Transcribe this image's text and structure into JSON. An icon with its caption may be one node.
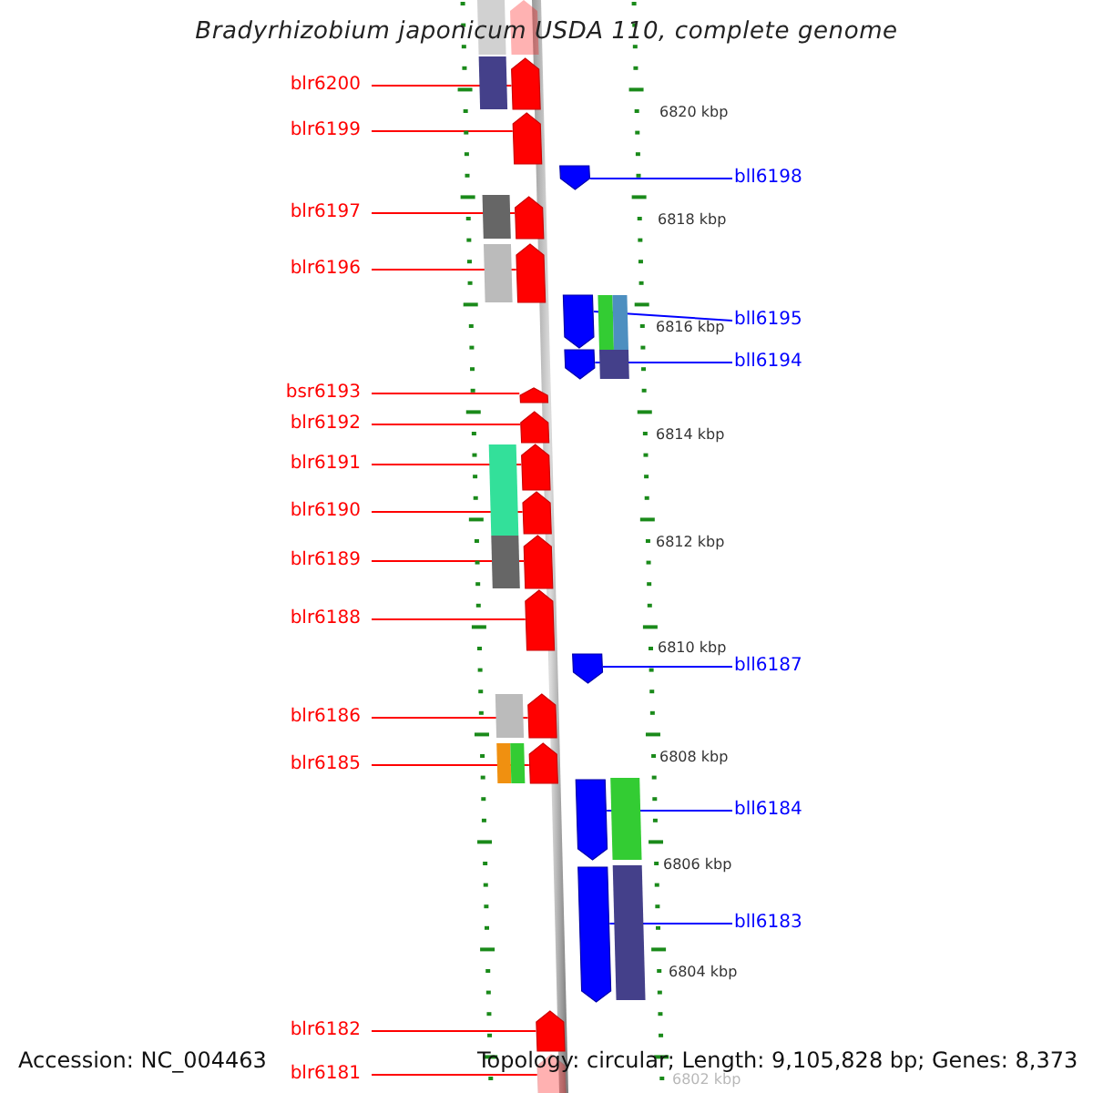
{
  "diagram": {
    "title": "Bradyrhizobium japonicum USDA 110, complete genome",
    "nodes": [
      {
        "text": [
          "blr6200"
        ]
      },
      {
        "text": [
          "blr6199"
        ]
      },
      {
        "text": [
          "blr6197"
        ]
      },
      {
        "text": [
          "blr6196"
        ]
      },
      {
        "text": [
          "bsr6193"
        ]
      },
      {
        "text": [
          "blr6192"
        ]
      },
      {
        "text": [
          "blr6191"
        ]
      },
      {
        "text": [
          "blr6190"
        ]
      },
      {
        "text": [
          "blr6189"
        ]
      },
      {
        "text": [
          "blr6188"
        ]
      },
      {
        "text": [
          "blr6186"
        ]
      },
      {
        "text": [
          "blr6185"
        ]
      },
      {
        "text": [
          "blr6182"
        ]
      },
      {
        "text": [
          "blr6181"
        ]
      },
      {
        "text": [
          "bll6198"
        ]
      },
      {
        "text": [
          "bll6195"
        ]
      },
      {
        "text": [
          "bll6194"
        ]
      },
      {
        "text": [
          "bll6187"
        ]
      },
      {
        "text": [
          "bll6184"
        ]
      },
      {
        "text": [
          "bll6183"
        ]
      },
      {
        "text": [],
        "shape": "arrow"
      },
      {
        "text": [],
        "shape": "arrow"
      },
      {
        "text": [],
        "shape": "arrow"
      },
      {
        "text": [],
        "shape": "arrow"
      },
      {
        "text": [],
        "shape": "arrow"
      },
      {
        "text": [],
        "shape": "arrow"
      },
      {
        "text": [],
        "shape": "arrow"
      },
      {
        "text": [],
        "shape": "arrow"
      },
      {
        "text": [],
        "shape": "arrow"
      },
      {
        "text": [],
        "shape": "arrow"
      },
      {
        "text": [],
        "shape": "arrow"
      },
      {
        "text": [],
        "shape": "arrow"
      },
      {
        "text": [],
        "shape": "arrow"
      },
      {
        "text": [],
        "shape": "arrow"
      },
      {
        "text": [],
        "shape": "arrow"
      },
      {
        "text": [],
        "shape": "arrow"
      },
      {
        "text": [],
        "shape": "arrow"
      },
      {
        "text": [],
        "shape": "arrow"
      },
      {
        "text": [],
        "shape": "arrow"
      },
      {
        "text": [],
        "shape": "arrow"
      }
    ],
    "edges": [
      {
        "from": 0,
        "to": 20,
        "arrow": "none"
      },
      {
        "from": 1,
        "to": 21,
        "arrow": "none"
      },
      {
        "from": 2,
        "to": 22,
        "arrow": "none"
      },
      {
        "from": 3,
        "to": 23,
        "arrow": "none"
      },
      {
        "from": 4,
        "to": 24,
        "arrow": "none"
      },
      {
        "from": 5,
        "to": 25,
        "arrow": "none"
      },
      {
        "from": 6,
        "to": 26,
        "arrow": "none"
      },
      {
        "from": 7,
        "to": 27,
        "arrow": "none"
      },
      {
        "from": 8,
        "to": 28,
        "arrow": "none"
      },
      {
        "from": 9,
        "to": 29,
        "arrow": "none"
      },
      {
        "from": 10,
        "to": 30,
        "arrow": "none"
      },
      {
        "from": 11,
        "to": 31,
        "arrow": "none"
      },
      {
        "from": 12,
        "to": 32,
        "arrow": "none"
      },
      {
        "from": 13,
        "to": 33,
        "arrow": "none"
      },
      {
        "from": 14,
        "to": 34,
        "arrow": "none",
        "color": "#0000ff"
      },
      {
        "from": 15,
        "to": 35,
        "arrow": "none",
        "color": "#0000ff"
      },
      {
        "from": 16,
        "to": 36,
        "arrow": "none",
        "color": "#0000ff"
      },
      {
        "from": 17,
        "to": 37,
        "arrow": "none",
        "color": "#0000ff"
      },
      {
        "from": 18,
        "to": 38,
        "arrow": "none",
        "color": "#0000ff"
      },
      {
        "from": 19,
        "to": 39,
        "arrow": "none",
        "color": "#0000ff"
      }
    ],
    "labels": [
      "6820 kbp",
      "6818 kbp",
      "6816 kbp",
      "6814 kbp",
      "6812 kbp",
      "6810 kbp",
      "6808 kbp",
      "6806 kbp",
      "6804 kbp",
      "6802 kbp",
      "Accession: NC_004463",
      "Topology: circular; Length: 9,105,828 bp; Genes: 8,373"
    ]
  }
}
